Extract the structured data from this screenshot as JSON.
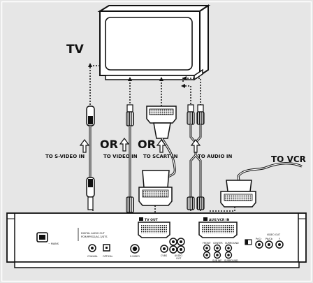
{
  "labels": {
    "tv": "TV",
    "to_vcr": "TO VCR",
    "or_1": "OR",
    "or_2": "OR",
    "to_svideo_in": "TO S-VIDEO IN",
    "to_video_in": "TO VIDEO IN",
    "to_scart_in": "TO SCART IN",
    "to_audio_in": "TO AUDIO IN"
  },
  "panel": {
    "tv_out": "TV OUT",
    "aux_vcr_in": "AUX/VCR IN",
    "digital_audio_out": "DIGITAL AUDIO OUT",
    "pcm_mpeg2_ac3_dts": "PCM/MPEG2/AC-3/DTS",
    "coaxial": "COAXIAL",
    "optical": "OPTICAL",
    "svideo": "S-VIDEO",
    "cvbs": "CVBS",
    "audio_out": "AUDIO",
    "audio_out_2": "OUT",
    "video_out": "VIDEO OUT",
    "pr_cr": "Pr/Cr",
    "pb_cb": "Pb/Cb",
    "y": "Y",
    "front": "FRONT",
    "center": "CENTER",
    "surround": "SURROUND",
    "subwoofer": "SUB WF",
    "surround_2": "SURROUND",
    "mains": "~ MAINS"
  }
}
